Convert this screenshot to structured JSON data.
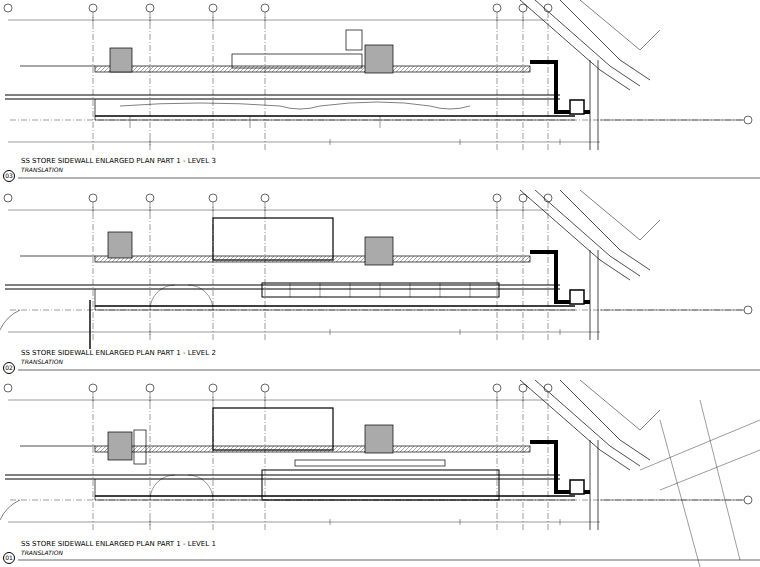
{
  "diagram": {
    "nodes": [
      {
        "text": [
          "03"
        ]
      },
      {
        "text": [
          "02"
        ]
      },
      {
        "text": [
          "01"
        ]
      }
    ],
    "labels": [
      "SS STORE SIDEWALL ENLARGED PLAN PART 1 - LEVEL 3",
      "TRANSLATION",
      "SS STORE SIDEWALL ENLARGED PLAN PART 1 - LEVEL 2",
      "TRANSLATION",
      "SS STORE SIDEWALL ENLARGED PLAN PART 1 - LEVEL 1",
      "TRANSLATION"
    ]
  }
}
